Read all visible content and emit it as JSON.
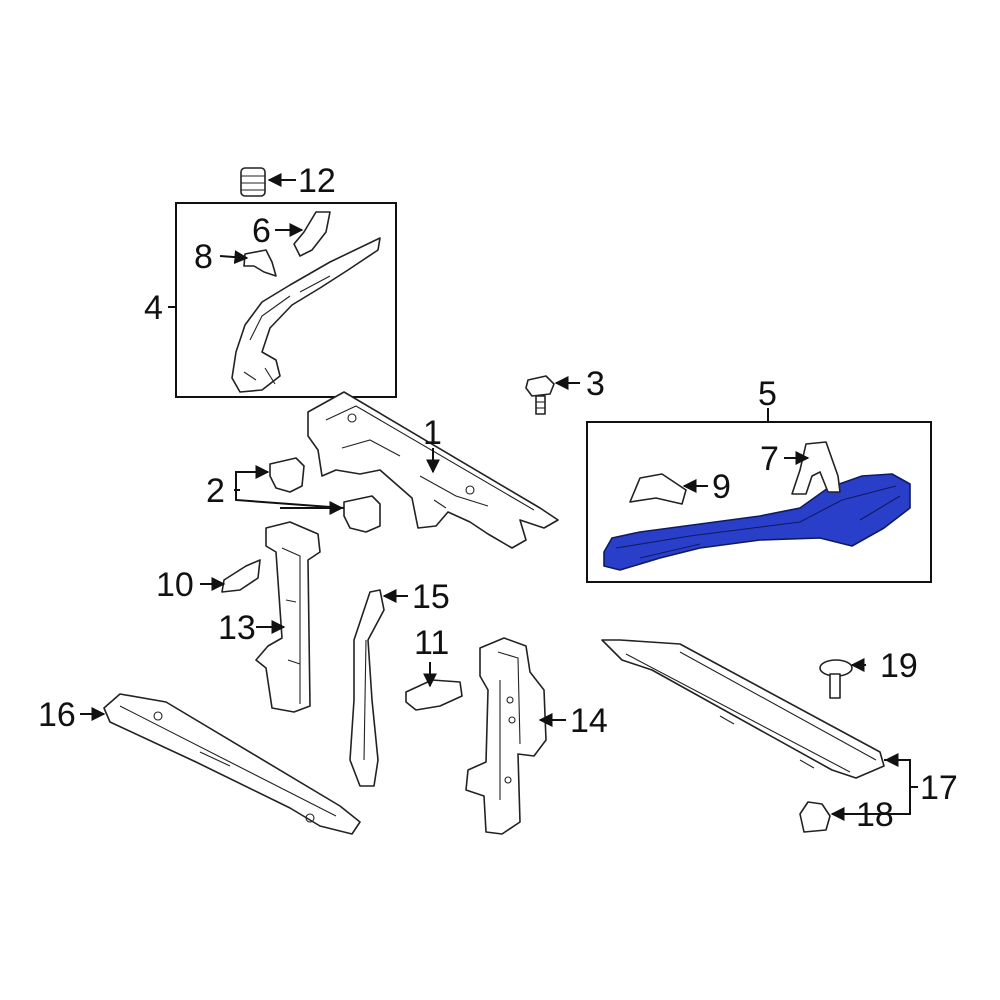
{
  "callouts": {
    "c1": "1",
    "c2": "2",
    "c3": "3",
    "c4": "4",
    "c5": "5",
    "c6": "6",
    "c7": "7",
    "c8": "8",
    "c9": "9",
    "c10": "10",
    "c11": "11",
    "c12": "12",
    "c13": "13",
    "c14": "14",
    "c15": "15",
    "c16": "16",
    "c17": "17",
    "c18": "18",
    "c19": "19"
  },
  "colors": {
    "highlight": "#2a3fc9",
    "line": "#222222"
  }
}
